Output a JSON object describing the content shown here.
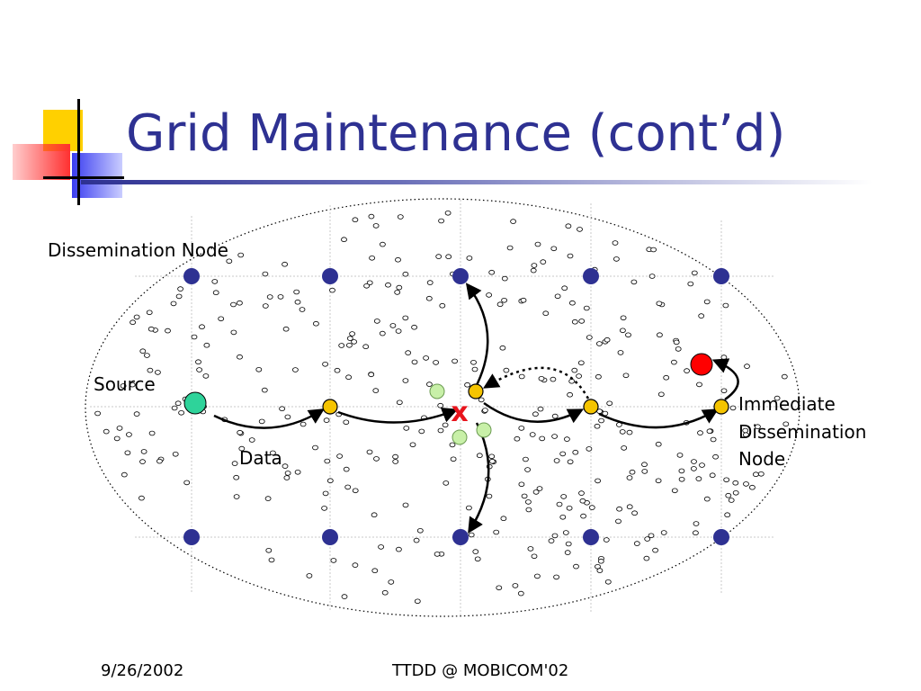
{
  "slide": {
    "title": "Grid Maintenance (cont’d)",
    "footer": {
      "date": "9/26/2002",
      "center": "TTDD @ MOBICOM'02"
    }
  },
  "diagram": {
    "labels": {
      "dissemination_node": "Dissemination Node",
      "source": "Source",
      "data": "Data",
      "immediate_dissemination_node": [
        "Immediate",
        "Dissemination",
        "Node"
      ],
      "failure_mark": "x"
    },
    "colors": {
      "title": "#2e3192",
      "dissemination_node": "#2e3192",
      "source_node": "#2ed39a",
      "path_node": "#f5c400",
      "replacement_node": "#c8f0a8",
      "sink_node": "#ff0000",
      "failure_mark": "#e8141c",
      "sensor_node_outline": "#000000",
      "field_border": "#000000"
    }
  }
}
